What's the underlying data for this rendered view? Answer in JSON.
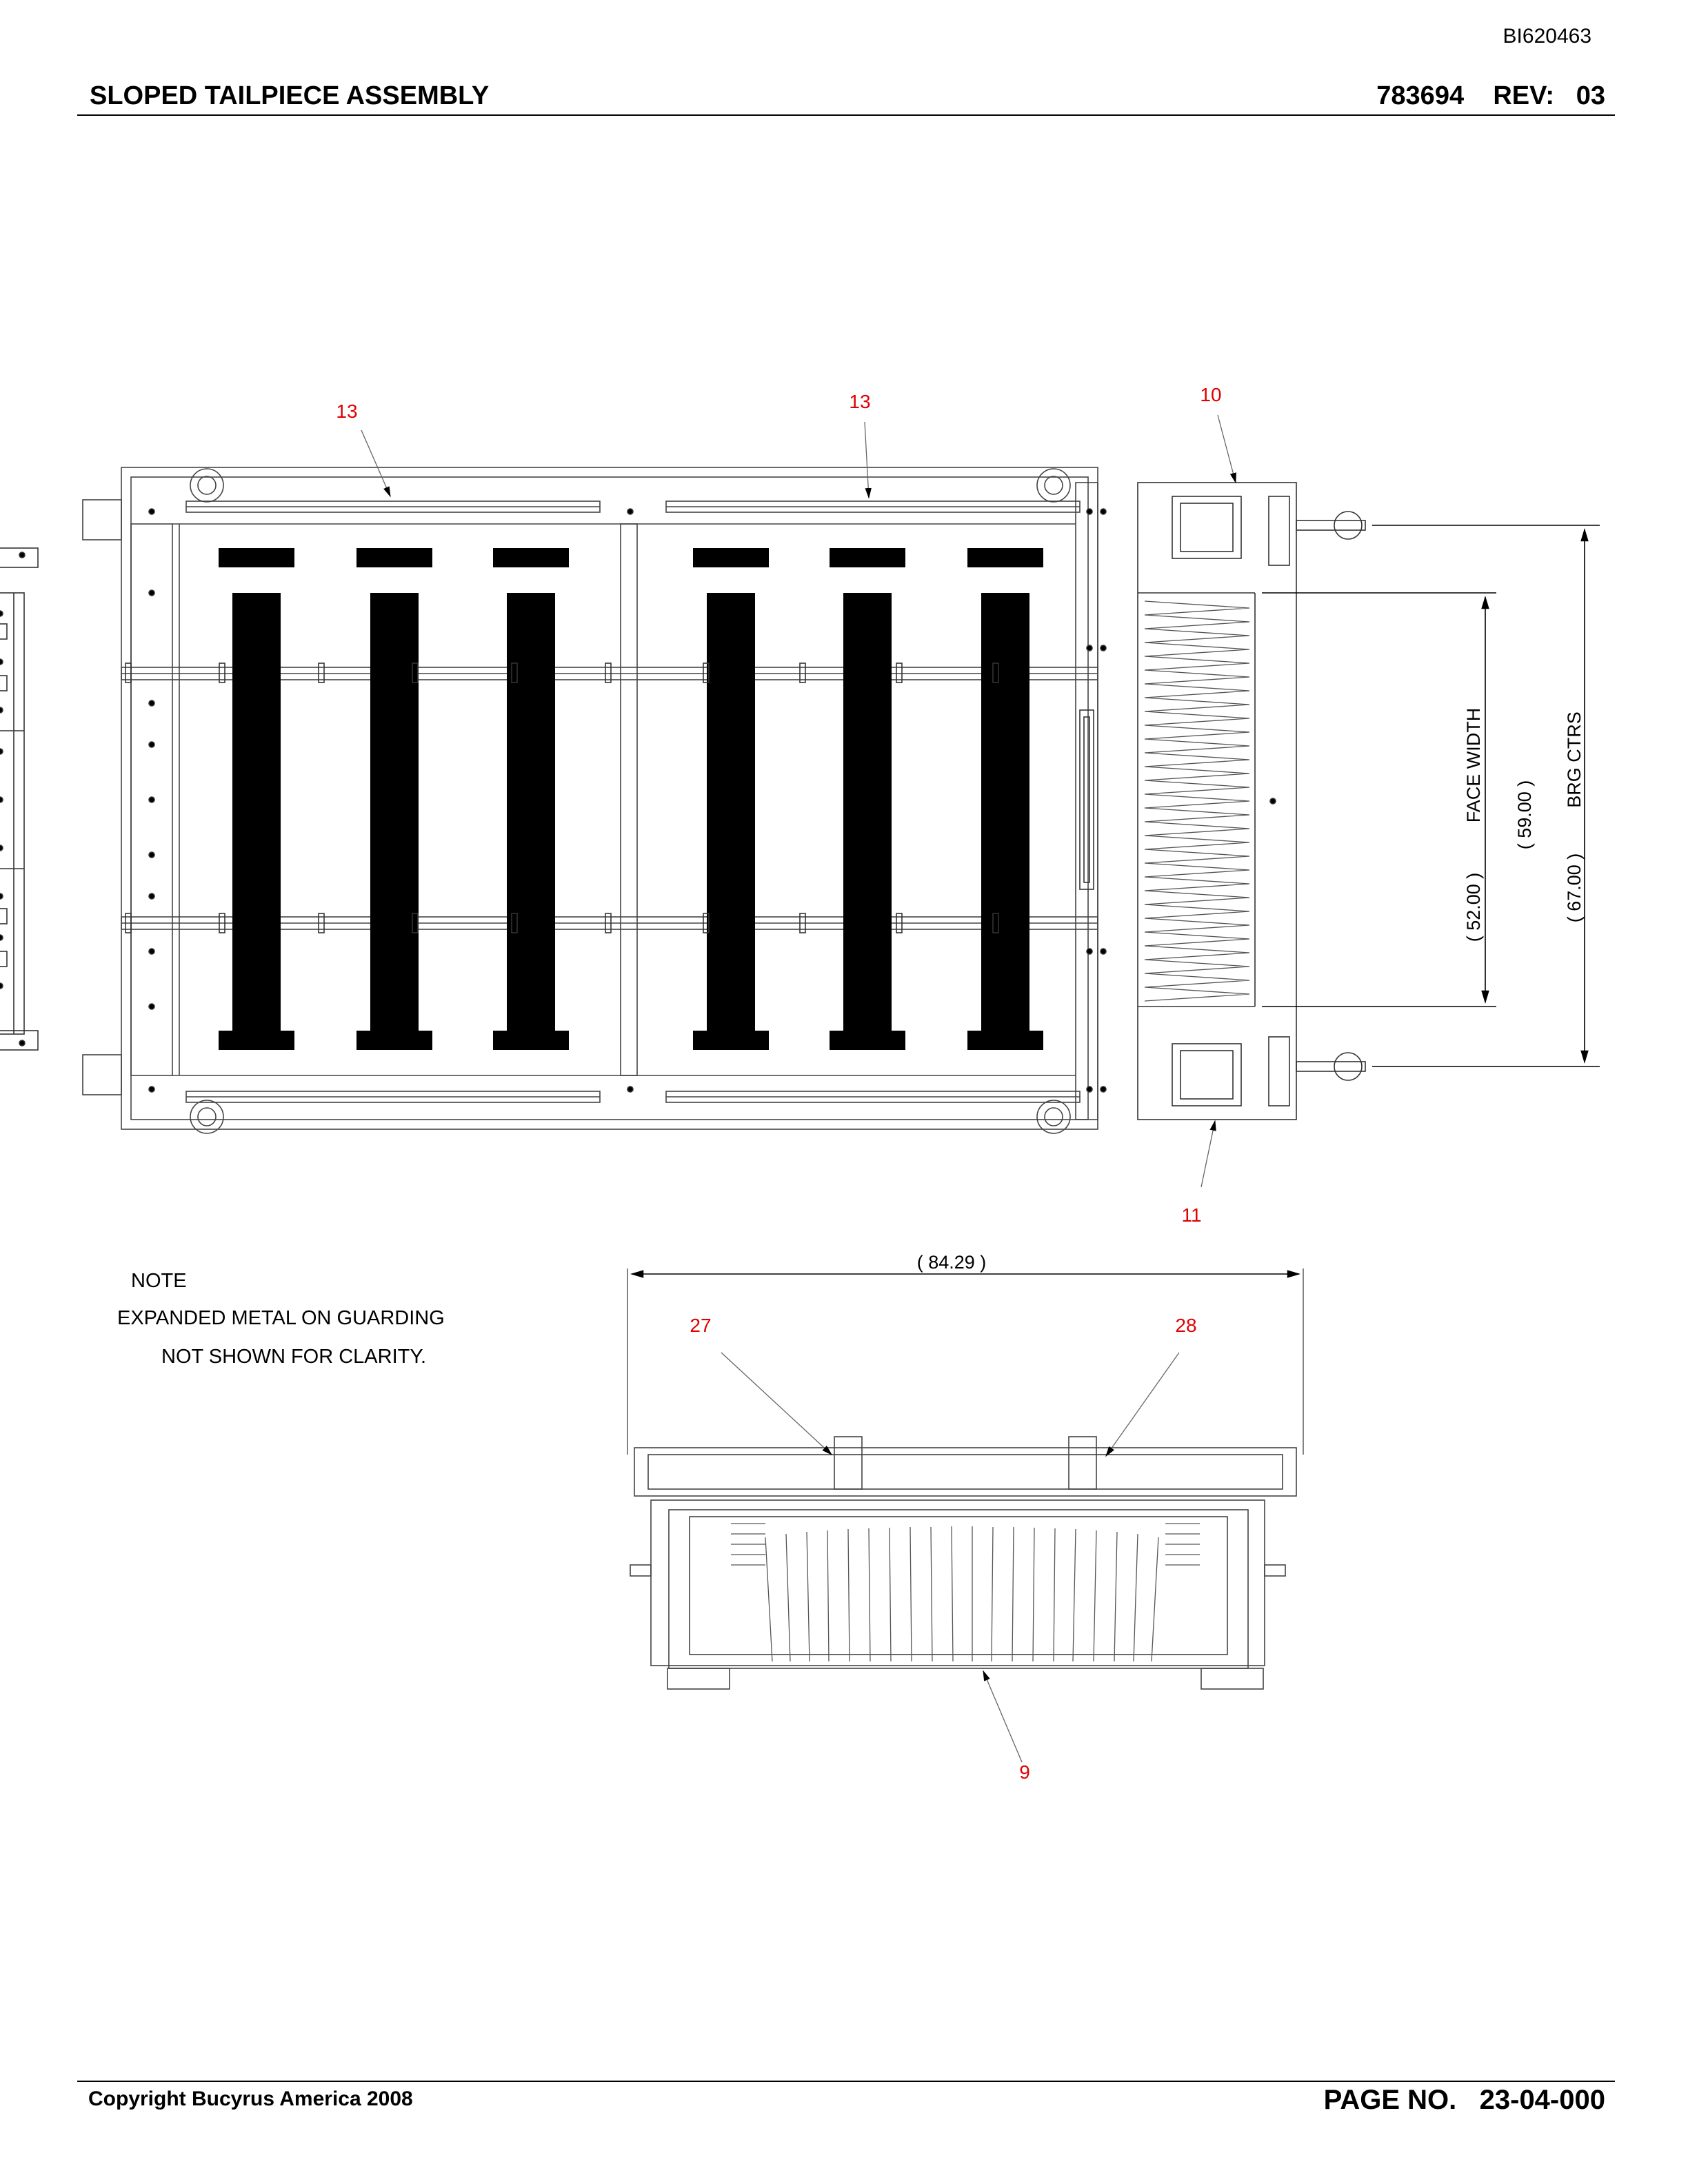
{
  "header": {
    "doc_id": "BI620463",
    "title": "SLOPED TAILPIECE ASSEMBLY",
    "part_number": "783694",
    "rev_label": "REV:",
    "rev_value": "03"
  },
  "footer": {
    "copyright": "Copyright Bucyrus America 2008",
    "page_label": "PAGE NO.",
    "page_value": "23-04-000"
  },
  "note": {
    "heading": "NOTE",
    "line1": "EXPANDED METAL ON GUARDING",
    "line2": "NOT SHOWN FOR CLARITY."
  },
  "callouts": {
    "c13a": "13",
    "c13b": "13",
    "c10": "10",
    "c11": "11",
    "c27": "27",
    "c28": "28",
    "c9": "9"
  },
  "dimensions": {
    "width": "( 84.29 )",
    "face_width_label": "FACE WIDTH",
    "face_width_value": "( 52.00 )",
    "mid_value": "( 59.00 )",
    "brg_ctrs_label": "BRG CTRS",
    "brg_ctrs_value": "( 67.00 )"
  },
  "colors": {
    "callout": "#e00000",
    "line": "#333333"
  }
}
